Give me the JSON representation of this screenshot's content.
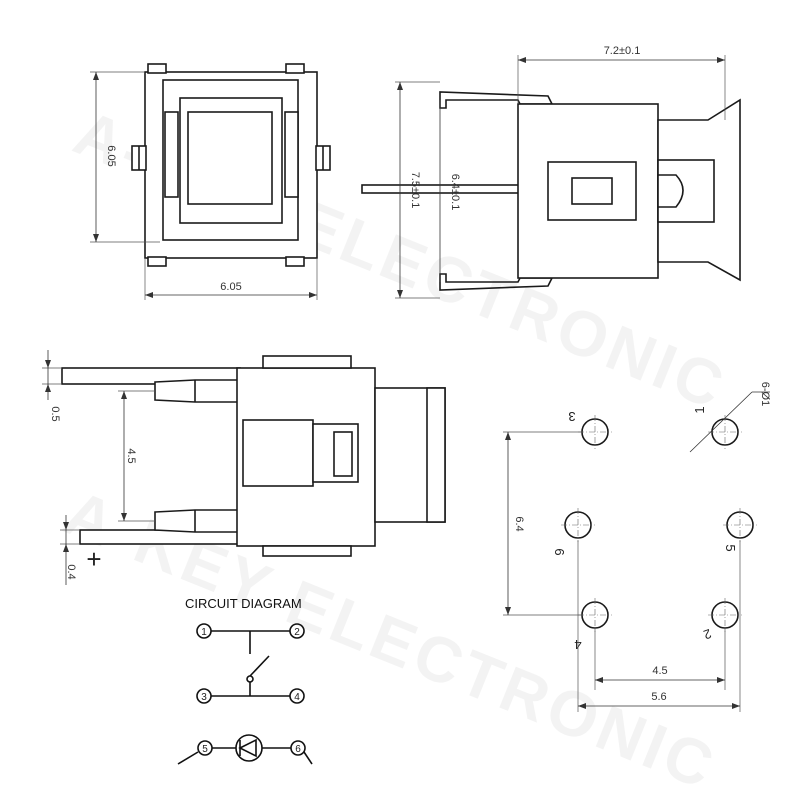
{
  "watermark": "A-KEY ELECTRONIC",
  "top_view": {
    "height_label": "6.05",
    "width_label": "6.05"
  },
  "side_view": {
    "length_label": "7.2±0.1",
    "outer_height_label": "7.5±0.1",
    "inner_height_label": "6.4±0.1"
  },
  "front_view": {
    "top_thickness_label": "0.5",
    "pin_spacing_label": "4.5",
    "bottom_thickness_label": "0.4",
    "polarity_symbol": "+"
  },
  "footprint": {
    "hole_label": "6-Ø1",
    "pads": [
      "1",
      "2",
      "3",
      "4",
      "5",
      "6"
    ],
    "height_label": "6.4",
    "inner_width_label": "4.5",
    "outer_width_label": "5.6"
  },
  "circuit": {
    "title": "CIRCUIT DIAGRAM",
    "terminals": [
      "1",
      "2",
      "3",
      "4",
      "5",
      "6"
    ]
  }
}
